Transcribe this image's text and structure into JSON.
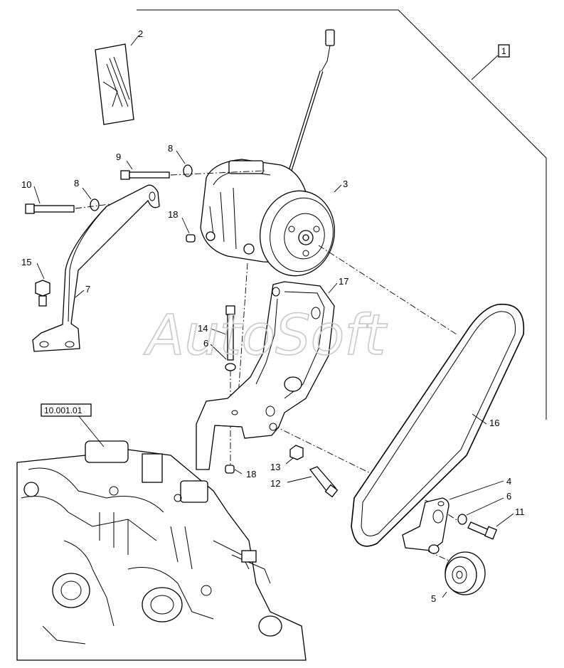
{
  "watermark": "AutoSoft",
  "reference_label": "10.001.01",
  "group_label": "1",
  "callouts": {
    "c2": "2",
    "c3": "3",
    "c4": "4",
    "c5": "5",
    "c6a": "6",
    "c6b": "6",
    "c7": "7",
    "c8a": "8",
    "c8b": "8",
    "c9": "9",
    "c10": "10",
    "c11": "11",
    "c12": "12",
    "c13": "13",
    "c14": "14",
    "c15": "15",
    "c16": "16",
    "c17": "17",
    "c18a": "18",
    "c18b": "18"
  }
}
